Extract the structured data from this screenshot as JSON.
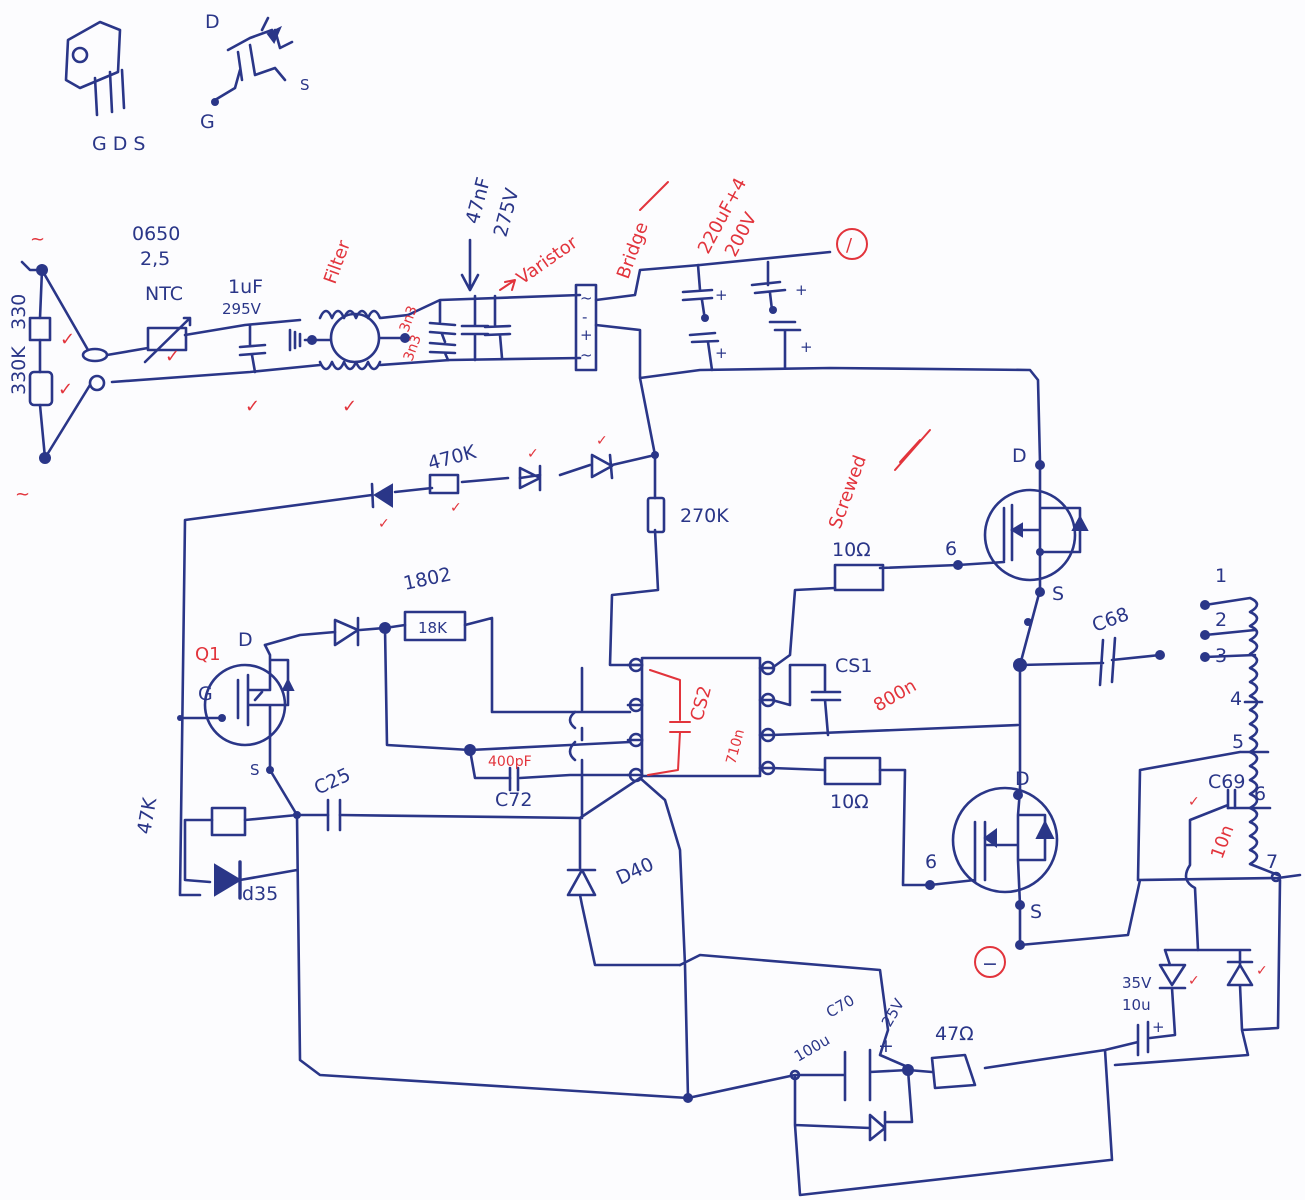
{
  "sheet": {
    "accent_ink": "#2a3688",
    "annotation_ink": "#e2343c"
  },
  "pinout_sketch": {
    "package_pins": "G D S",
    "symbol_d": "D",
    "symbol_g": "G",
    "symbol_s": "S"
  },
  "input": {
    "ac_top": "~",
    "ac_bottom": "~",
    "r_top": "330",
    "r_bottom": "330K"
  },
  "ntc": {
    "line1": "0650",
    "line2": "2,5",
    "label": "NTC"
  },
  "x_cap": {
    "value": "1uF",
    "voltage": "295V"
  },
  "filter": {
    "label": "Filter"
  },
  "y_caps": {
    "c1": "3n3",
    "c2": "3n3"
  },
  "x_cap2": {
    "value": "47nF",
    "voltage": "275V"
  },
  "varistor": {
    "label": "Varistor"
  },
  "bridge": {
    "label": "Bridge",
    "pin1": "~",
    "pin2": "-",
    "pin3": "+",
    "pin4": "~"
  },
  "bulk_caps": {
    "value": "220uF+4",
    "voltage": "200V",
    "plus": "+"
  },
  "rail_terminals": {
    "top": "/",
    "bottom": "−"
  },
  "startup": {
    "r_470k": "470K",
    "r_270k": "270K"
  },
  "q1": {
    "name": "Q1",
    "d": "D",
    "g": "G",
    "s": "S",
    "r_47k": "47K",
    "d35": "d35"
  },
  "feedback": {
    "r_label": "1802",
    "r_value": "18K",
    "c25": "C25",
    "c72_value": "400pF",
    "c72": "C72",
    "d40": "D40"
  },
  "ic": {
    "cap_name": "CS2",
    "cap_value": "710n"
  },
  "gate_drive": {
    "r_top": "10Ω",
    "r_bottom": "10Ω",
    "note": "Screwed",
    "cs1": "CS1",
    "cs1_value": "800n"
  },
  "mosfet_top": {
    "d": "D",
    "g": "6",
    "s": "S"
  },
  "mosfet_bottom": {
    "d": "D",
    "g": "6",
    "s": "S"
  },
  "output": {
    "c68": "C68",
    "c69": "C69",
    "c69_value": "10n"
  },
  "transformer": {
    "taps": [
      "1",
      "2",
      "3",
      "4",
      "5",
      "6",
      "7"
    ]
  },
  "aux_supply": {
    "c_voltage": "35V",
    "c_value": "10u",
    "r_47": "47Ω",
    "c70": "C70",
    "c70_voltage": "25V",
    "c70_value": "100u",
    "plus": "+"
  },
  "check_mark": "✓"
}
